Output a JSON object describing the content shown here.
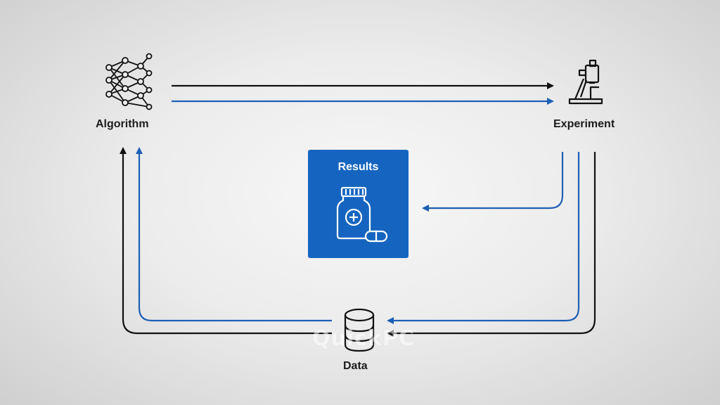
{
  "nodes": {
    "algorithm": {
      "label": "Algorithm",
      "icon": "neural-network-icon"
    },
    "experiment": {
      "label": "Experiment",
      "icon": "microscope-icon"
    },
    "results": {
      "label": "Results",
      "icon": "medicine-bottle-pill-icon"
    },
    "data": {
      "label": "Data",
      "icon": "database-icon"
    }
  },
  "watermark": "QuickPC",
  "colors": {
    "black_arrow": "#111111",
    "blue_arrow": "#1d5fb4",
    "results_box": "#1565c0"
  }
}
